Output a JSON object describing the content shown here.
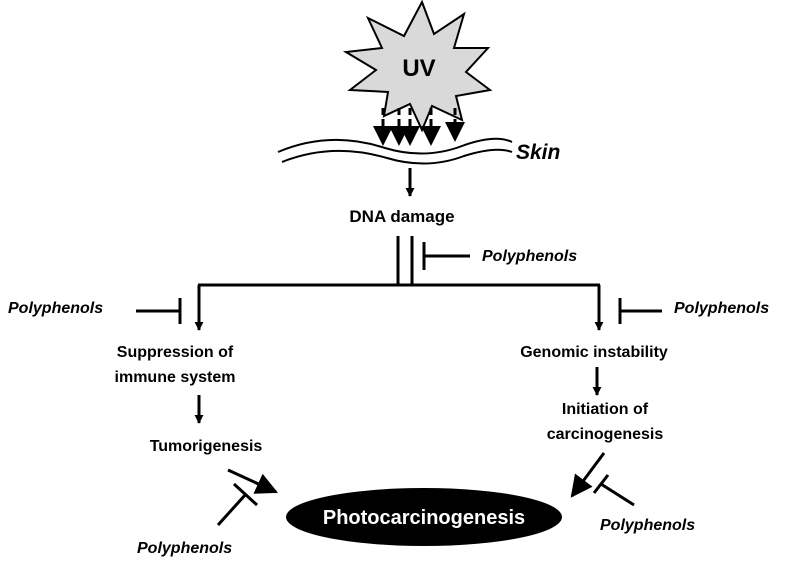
{
  "labels": {
    "uv": "UV",
    "skin": "Skin",
    "dna_damage": "DNA damage",
    "suppression_line1": "Suppression of",
    "suppression_line2": "immune system",
    "tumorigenesis": "Tumorigenesis",
    "genomic_instability": "Genomic instability",
    "initiation_line1": "Initiation of",
    "initiation_line2": "carcinogenesis",
    "photocarcinogenesis": "Photocarcinogenesis",
    "polyphenols_top": "Polyphenols",
    "polyphenols_left": "Polyphenols",
    "polyphenols_right": "Polyphenols",
    "polyphenols_bottom_left": "Polyphenols",
    "polyphenols_bottom_right": "Polyphenols"
  },
  "colors": {
    "uv_fill": "#d9d9d9",
    "outcome_fill": "#000000",
    "outcome_text": "#ffffff",
    "stroke": "#000000"
  }
}
